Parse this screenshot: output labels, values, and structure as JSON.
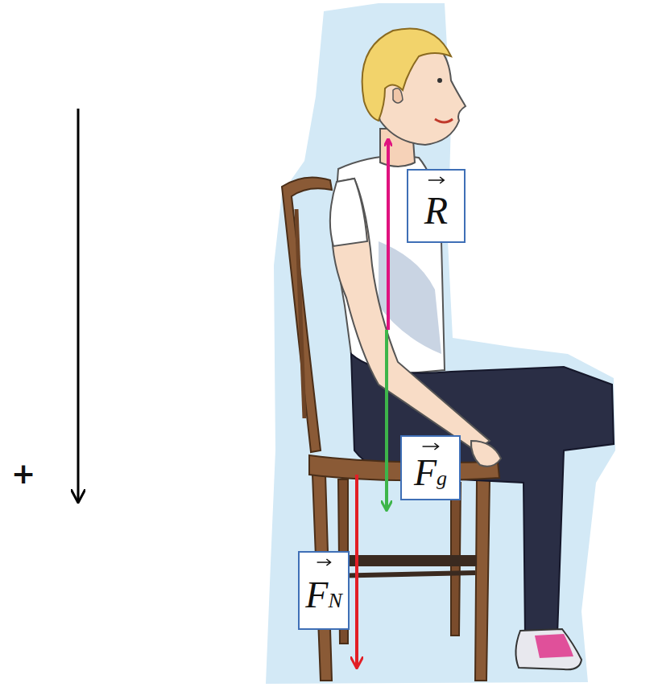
{
  "diagram": {
    "nodes": [
      {
        "text": [
          "R"
        ]
      },
      {
        "text": [
          "Fg"
        ]
      },
      {
        "text": [
          "FN"
        ]
      }
    ],
    "labels": [
      "+"
    ]
  }
}
